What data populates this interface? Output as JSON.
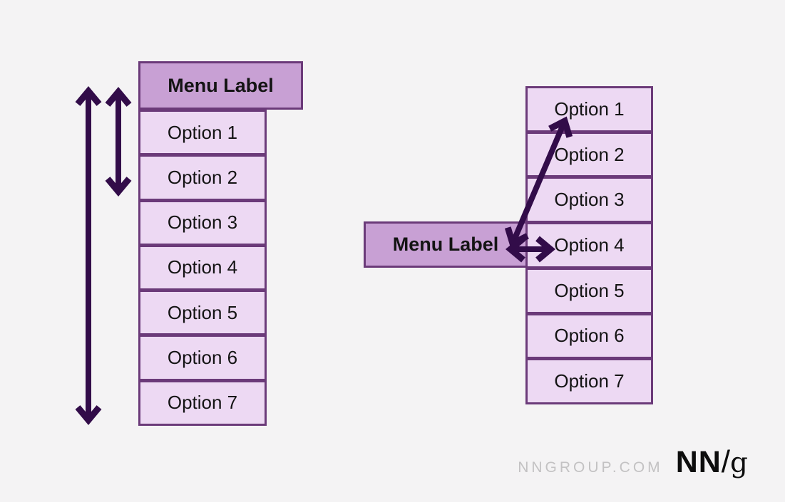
{
  "diagram": {
    "left_menu": {
      "label": "Menu Label",
      "options": [
        "Option 1",
        "Option 2",
        "Option 3",
        "Option 4",
        "Option 5",
        "Option 6",
        "Option 7"
      ]
    },
    "right_menu": {
      "label": "Menu Label",
      "options": [
        "Option 1",
        "Option 2",
        "Option 3",
        "Option 4",
        "Option 5",
        "Option 6",
        "Option 7"
      ]
    },
    "arrows": [
      {
        "name": "left-full-span-arrow"
      },
      {
        "name": "left-partial-span-arrow"
      },
      {
        "name": "right-diagonal-arrow"
      },
      {
        "name": "right-horizontal-arrow"
      }
    ]
  },
  "footer": {
    "site": "NNGROUP.COM",
    "logo": {
      "nn": "NN",
      "slash": "/",
      "g": "g"
    }
  },
  "colors": {
    "background": "#f4f3f4",
    "option_fill": "#edd9f3",
    "label_fill": "#c8a0d4",
    "box_border": "#6b3a79",
    "arrow": "#320c49",
    "site_text": "#c3c2c3",
    "logo_text": "#0d0d0d"
  }
}
